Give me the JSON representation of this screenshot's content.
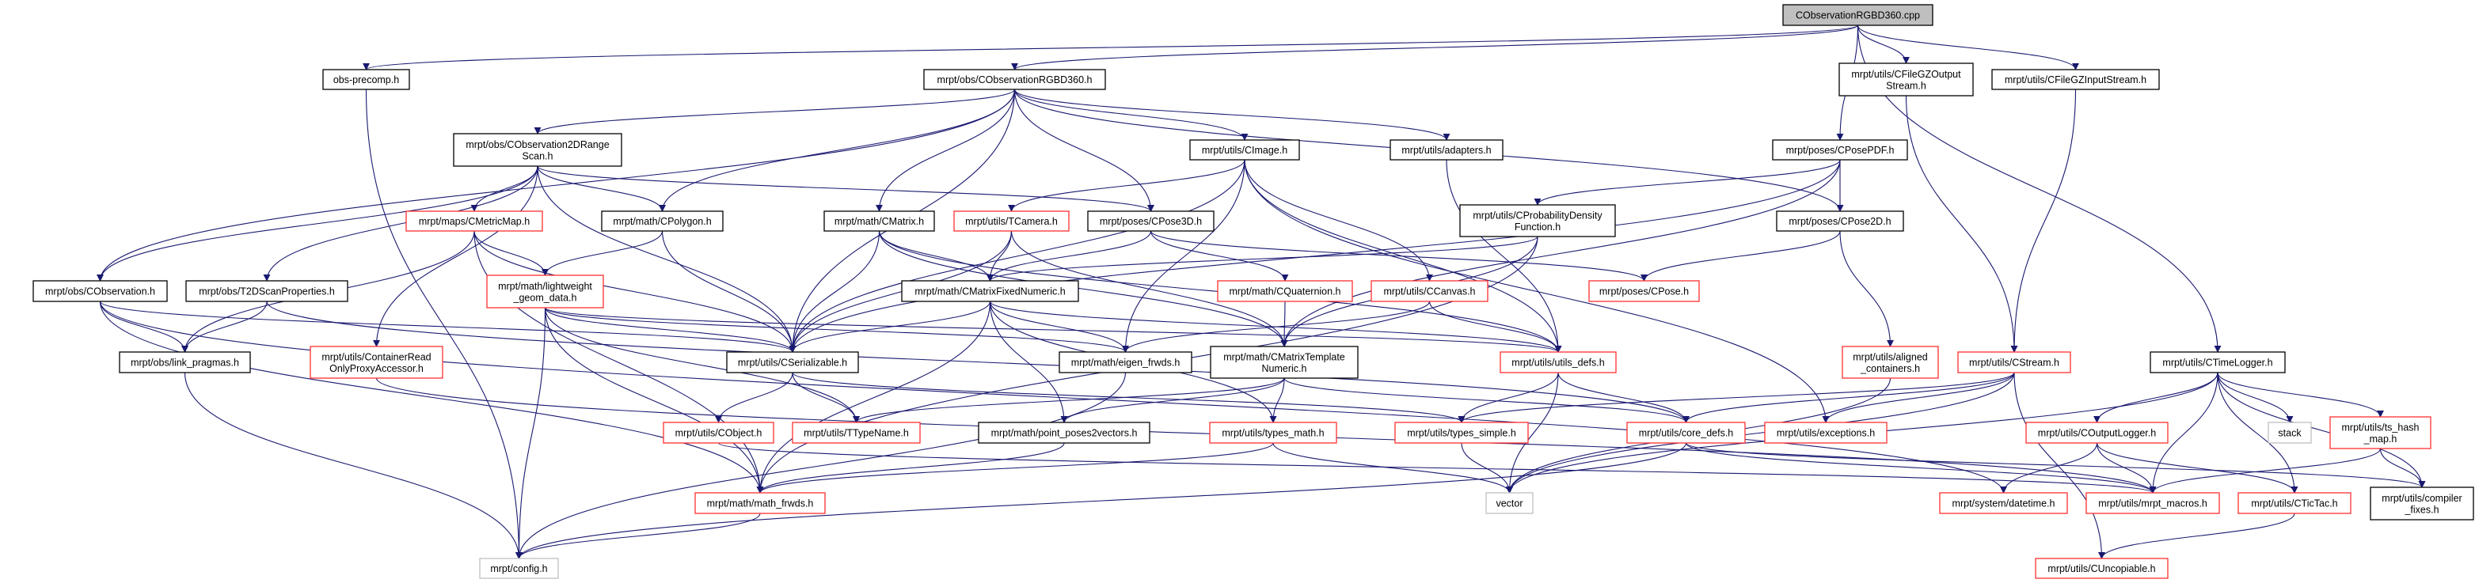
{
  "graph": {
    "colors": {
      "edge": "#191970",
      "missing_doc": "#ff3030",
      "external": "#bfbfbf",
      "root_fill": "#bfbfbf"
    },
    "nodes": {
      "cpp": {
        "lines": [
          "CObservationRGBD360.cpp"
        ],
        "kind": "root"
      },
      "obs_precomp": {
        "lines": [
          "obs-precomp.h"
        ],
        "kind": "normal"
      },
      "rgbd360h": {
        "lines": [
          "mrpt/obs/CObservationRGBD360.h"
        ],
        "kind": "normal"
      },
      "gzout": {
        "lines": [
          "mrpt/utils/CFileGZOutput",
          "Stream.h"
        ],
        "kind": "normal"
      },
      "gzin": {
        "lines": [
          "mrpt/utils/CFileGZInputStream.h"
        ],
        "kind": "normal"
      },
      "range2d": {
        "lines": [
          "mrpt/obs/CObservation2DRange",
          "Scan.h"
        ],
        "kind": "normal"
      },
      "cimage": {
        "lines": [
          "mrpt/utils/CImage.h"
        ],
        "kind": "normal"
      },
      "adapters": {
        "lines": [
          "mrpt/utils/adapters.h"
        ],
        "kind": "normal"
      },
      "posepdf": {
        "lines": [
          "mrpt/poses/CPosePDF.h"
        ],
        "kind": "normal"
      },
      "cmetricmap": {
        "lines": [
          "mrpt/maps/CMetricMap.h"
        ],
        "kind": "red"
      },
      "cpolygon": {
        "lines": [
          "mrpt/math/CPolygon.h"
        ],
        "kind": "normal"
      },
      "cmatrix": {
        "lines": [
          "mrpt/math/CMatrix.h"
        ],
        "kind": "normal"
      },
      "tcamera": {
        "lines": [
          "mrpt/utils/TCamera.h"
        ],
        "kind": "red"
      },
      "cpose3d": {
        "lines": [
          "mrpt/poses/CPose3D.h"
        ],
        "kind": "normal"
      },
      "cpdf": {
        "lines": [
          "mrpt/utils/CProbabilityDensity",
          "Function.h"
        ],
        "kind": "normal"
      },
      "cpose2d": {
        "lines": [
          "mrpt/poses/CPose2D.h"
        ],
        "kind": "normal"
      },
      "lwgeom": {
        "lines": [
          "mrpt/math/lightweight",
          "_geom_data.h"
        ],
        "kind": "red"
      },
      "cobservation": {
        "lines": [
          "mrpt/obs/CObservation.h"
        ],
        "kind": "normal"
      },
      "t2dscan": {
        "lines": [
          "mrpt/obs/T2DScanProperties.h"
        ],
        "kind": "normal"
      },
      "cmfixed": {
        "lines": [
          "mrpt/math/CMatrixFixedNumeric.h"
        ],
        "kind": "normal"
      },
      "cquat": {
        "lines": [
          "mrpt/math/CQuaternion.h"
        ],
        "kind": "red"
      },
      "ccanvas": {
        "lines": [
          "mrpt/utils/CCanvas.h"
        ],
        "kind": "red"
      },
      "cpose": {
        "lines": [
          "mrpt/poses/CPose.h"
        ],
        "kind": "red"
      },
      "linkpragmas": {
        "lines": [
          "mrpt/obs/link_pragmas.h"
        ],
        "kind": "normal"
      },
      "container": {
        "lines": [
          "mrpt/utils/ContainerRead",
          "OnlyProxyAccessor.h"
        ],
        "kind": "red"
      },
      "cserial": {
        "lines": [
          "mrpt/utils/CSerializable.h"
        ],
        "kind": "normal"
      },
      "eigen": {
        "lines": [
          "mrpt/math/eigen_frwds.h"
        ],
        "kind": "normal"
      },
      "cmtemplate": {
        "lines": [
          "mrpt/math/CMatrixTemplate",
          "Numeric.h"
        ],
        "kind": "normal"
      },
      "utilsdefs": {
        "lines": [
          "mrpt/utils/utils_defs.h"
        ],
        "kind": "red"
      },
      "aligned": {
        "lines": [
          "mrpt/utils/aligned",
          "_containers.h"
        ],
        "kind": "red"
      },
      "cstream": {
        "lines": [
          "mrpt/utils/CStream.h"
        ],
        "kind": "red"
      },
      "ctimelogger": {
        "lines": [
          "mrpt/utils/CTimeLogger.h"
        ],
        "kind": "normal"
      },
      "cobject": {
        "lines": [
          "mrpt/utils/CObject.h"
        ],
        "kind": "red"
      },
      "ttypename": {
        "lines": [
          "mrpt/utils/TTypeName.h"
        ],
        "kind": "red"
      },
      "pointposes": {
        "lines": [
          "mrpt/math/point_poses2vectors.h"
        ],
        "kind": "normal"
      },
      "typesmath": {
        "lines": [
          "mrpt/utils/types_math.h"
        ],
        "kind": "red"
      },
      "typessimple": {
        "lines": [
          "mrpt/utils/types_simple.h"
        ],
        "kind": "red"
      },
      "coredefs": {
        "lines": [
          "mrpt/utils/core_defs.h"
        ],
        "kind": "red"
      },
      "exceptions": {
        "lines": [
          "mrpt/utils/exceptions.h"
        ],
        "kind": "red"
      },
      "coutputlogger": {
        "lines": [
          "mrpt/utils/COutputLogger.h"
        ],
        "kind": "red"
      },
      "stack": {
        "lines": [
          "stack"
        ],
        "kind": "gray"
      },
      "tshash": {
        "lines": [
          "mrpt/utils/ts_hash",
          "_map.h"
        ],
        "kind": "red"
      },
      "mathfrwds": {
        "lines": [
          "mrpt/math/math_frwds.h"
        ],
        "kind": "red"
      },
      "vector": {
        "lines": [
          "vector"
        ],
        "kind": "gray"
      },
      "datetime": {
        "lines": [
          "mrpt/system/datetime.h"
        ],
        "kind": "red"
      },
      "macros": {
        "lines": [
          "mrpt/utils/mrpt_macros.h"
        ],
        "kind": "red"
      },
      "tictac": {
        "lines": [
          "mrpt/utils/CTicTac.h"
        ],
        "kind": "red"
      },
      "compfixes": {
        "lines": [
          "mrpt/utils/compiler",
          "_fixes.h"
        ],
        "kind": "normal"
      },
      "config": {
        "lines": [
          "mrpt/config.h"
        ],
        "kind": "gray"
      },
      "uncopiable": {
        "lines": [
          "mrpt/utils/CUncopiable.h"
        ],
        "kind": "red"
      }
    },
    "edges": [
      [
        "cpp",
        "obs_precomp"
      ],
      [
        "cpp",
        "rgbd360h"
      ],
      [
        "cpp",
        "posepdf"
      ],
      [
        "cpp",
        "gzout"
      ],
      [
        "cpp",
        "gzin"
      ],
      [
        "cpp",
        "ctimelogger"
      ],
      [
        "obs_precomp",
        "config"
      ],
      [
        "rgbd360h",
        "cobservation"
      ],
      [
        "rgbd360h",
        "range2d"
      ],
      [
        "rgbd360h",
        "cpolygon"
      ],
      [
        "rgbd360h",
        "cserial"
      ],
      [
        "rgbd360h",
        "cmatrix"
      ],
      [
        "rgbd360h",
        "cpose3d"
      ],
      [
        "rgbd360h",
        "cimage"
      ],
      [
        "rgbd360h",
        "adapters"
      ],
      [
        "rgbd360h",
        "cpose2d"
      ],
      [
        "range2d",
        "cobservation"
      ],
      [
        "range2d",
        "t2dscan"
      ],
      [
        "range2d",
        "container"
      ],
      [
        "range2d",
        "cmetricmap"
      ],
      [
        "range2d",
        "cserial"
      ],
      [
        "range2d",
        "cpolygon"
      ],
      [
        "range2d",
        "cpose3d"
      ],
      [
        "cmetricmap",
        "lwgeom"
      ],
      [
        "cmetricmap",
        "cserial"
      ],
      [
        "cmetricmap",
        "mathfrwds"
      ],
      [
        "cmetricmap",
        "linkpragmas"
      ],
      [
        "cpolygon",
        "lwgeom"
      ],
      [
        "cpolygon",
        "cserial"
      ],
      [
        "lwgeom",
        "config"
      ],
      [
        "lwgeom",
        "mathfrwds"
      ],
      [
        "lwgeom",
        "cserial"
      ],
      [
        "lwgeom",
        "ttypename"
      ],
      [
        "lwgeom",
        "eigen"
      ],
      [
        "lwgeom",
        "utilsdefs"
      ],
      [
        "cobservation",
        "linkpragmas"
      ],
      [
        "cobservation",
        "cserial"
      ],
      [
        "cobservation",
        "mathfrwds"
      ],
      [
        "cobservation",
        "datetime"
      ],
      [
        "t2dscan",
        "linkpragmas"
      ],
      [
        "t2dscan",
        "coredefs"
      ],
      [
        "linkpragmas",
        "config"
      ],
      [
        "container",
        "macros"
      ],
      [
        "cserial",
        "cobject"
      ],
      [
        "cserial",
        "ttypename"
      ],
      [
        "cserial",
        "typessimple"
      ],
      [
        "cobject",
        "macros"
      ],
      [
        "cmatrix",
        "cserial"
      ],
      [
        "cmatrix",
        "cmfixed"
      ],
      [
        "cmatrix",
        "cmtemplate"
      ],
      [
        "cmatrix",
        "utilsdefs"
      ],
      [
        "tcamera",
        "cserial"
      ],
      [
        "tcamera",
        "cmfixed"
      ],
      [
        "tcamera",
        "cmtemplate"
      ],
      [
        "cpose3d",
        "cmfixed"
      ],
      [
        "cpose3d",
        "cquat"
      ],
      [
        "cpose3d",
        "cpose"
      ],
      [
        "cimage",
        "cserial"
      ],
      [
        "cimage",
        "tcamera"
      ],
      [
        "cimage",
        "eigen"
      ],
      [
        "cimage",
        "ccanvas"
      ],
      [
        "cimage",
        "utilsdefs"
      ],
      [
        "cimage",
        "exceptions"
      ],
      [
        "adapters",
        "utilsdefs"
      ],
      [
        "posepdf",
        "cpdf"
      ],
      [
        "posepdf",
        "cpose2d"
      ],
      [
        "posepdf",
        "cmtemplate"
      ],
      [
        "posepdf",
        "cserial"
      ],
      [
        "cpdf",
        "cmfixed"
      ],
      [
        "cpdf",
        "cmtemplate"
      ],
      [
        "cpdf",
        "mathfrwds"
      ],
      [
        "cpose2d",
        "cpose"
      ],
      [
        "cpose2d",
        "aligned"
      ],
      [
        "gzout",
        "cstream"
      ],
      [
        "gzin",
        "cstream"
      ],
      [
        "cmfixed",
        "cserial"
      ],
      [
        "cmfixed",
        "eigen"
      ],
      [
        "cmfixed",
        "pointposes"
      ],
      [
        "cmfixed",
        "typesmath"
      ],
      [
        "cmfixed",
        "mathfrwds"
      ],
      [
        "cmfixed",
        "utilsdefs"
      ],
      [
        "cquat",
        "cmtemplate"
      ],
      [
        "ccanvas",
        "eigen"
      ],
      [
        "ccanvas",
        "utilsdefs"
      ],
      [
        "cmtemplate",
        "ttypename"
      ],
      [
        "cmtemplate",
        "pointposes"
      ],
      [
        "cmtemplate",
        "typesmath"
      ],
      [
        "cmtemplate",
        "coredefs"
      ],
      [
        "eigen",
        "config"
      ],
      [
        "utilsdefs",
        "typessimple"
      ],
      [
        "utilsdefs",
        "vector"
      ],
      [
        "utilsdefs",
        "coredefs"
      ],
      [
        "pointposes",
        "mathfrwds"
      ],
      [
        "typesmath",
        "mathfrwds"
      ],
      [
        "typesmath",
        "vector"
      ],
      [
        "typessimple",
        "vector"
      ],
      [
        "coredefs",
        "config"
      ],
      [
        "coredefs",
        "macros"
      ],
      [
        "coredefs",
        "compfixes"
      ],
      [
        "aligned",
        "vector"
      ],
      [
        "cstream",
        "typessimple"
      ],
      [
        "cstream",
        "coredefs"
      ],
      [
        "cstream",
        "exceptions"
      ],
      [
        "cstream",
        "vector"
      ],
      [
        "cstream",
        "uncopiable"
      ],
      [
        "ctimelogger",
        "vector"
      ],
      [
        "ctimelogger",
        "coutputlogger"
      ],
      [
        "ctimelogger",
        "macros"
      ],
      [
        "ctimelogger",
        "tictac"
      ],
      [
        "ctimelogger",
        "stack"
      ],
      [
        "ctimelogger",
        "tshash"
      ],
      [
        "ctimelogger",
        "compfixes"
      ],
      [
        "coutputlogger",
        "datetime"
      ],
      [
        "coutputlogger",
        "macros"
      ],
      [
        "coutputlogger",
        "tictac"
      ],
      [
        "tshash",
        "macros"
      ],
      [
        "tshash",
        "compfixes"
      ],
      [
        "tictac",
        "uncopiable"
      ],
      [
        "mathfrwds",
        "config"
      ]
    ]
  }
}
